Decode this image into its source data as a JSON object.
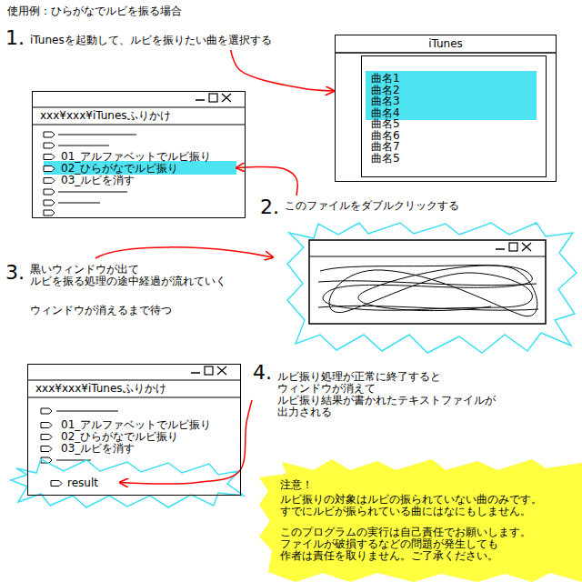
{
  "diagram": {
    "title": "使用例：ひらがなでルビを振る場合",
    "nodes": [
      {
        "text": [
          "1.",
          "iTunesを起動して、ルビを振りたい曲を選択する"
        ]
      },
      {
        "text": [
          "iTunes"
        ]
      },
      {
        "text": [
          "曲名1",
          "曲名2",
          "曲名3",
          "曲名4",
          "曲名5",
          "曲名6",
          "曲名7",
          "曲名5"
        ],
        "in": 1
      },
      {
        "text": [
          "xxx¥xxx¥iTunesふりかけ"
        ]
      },
      {
        "text": [
          "01_アルファベットでルビ振り"
        ],
        "in": 3
      },
      {
        "text": [
          "02_ひらがなでルビ振り"
        ],
        "in": 3
      },
      {
        "text": [
          "03_ルビを消す"
        ],
        "in": 3
      },
      {
        "text": [
          "2.",
          "このファイルをダブルクリックする"
        ]
      },
      {
        "text": [
          "3.",
          "黒いウィンドウが出て ルビを振る処理の途中経過が流れていく",
          "ウィンドウが消えるまで待つ"
        ]
      },
      {
        "text": [
          "xxx¥xxx¥iTunesふりかけ"
        ]
      },
      {
        "text": [
          "01_アルファベットでルビ振り"
        ],
        "in": 9
      },
      {
        "text": [
          "02_ひらがなでルビ振り"
        ],
        "in": 9
      },
      {
        "text": [
          "03_ルビを消す"
        ],
        "in": 9
      },
      {
        "text": [
          "result"
        ],
        "in": 9
      },
      {
        "text": [
          "4.",
          "ルビ振り処理が正常に終了すると ウィンドウが消えて ルビ振り結果が書かれたテキストファイルが 出力される"
        ]
      },
      {
        "text": [
          "注意！",
          "ルビ振りの対象はルビの振られていない曲のみです。 すでにルビが振られている曲にはなにもしません。",
          "このプログラムの実行は自己責任でお願いします。 ファイルが破損するなどの問題が発生しても 作者は責任を取りません。ご了承ください。"
        ]
      }
    ],
    "edges": [
      {
        "from": 0,
        "to": 1,
        "arrow": "to"
      },
      {
        "from": 7,
        "to": 5,
        "arrow": "to"
      },
      {
        "from": 14,
        "to": 13,
        "arrow": "to"
      }
    ]
  }
}
